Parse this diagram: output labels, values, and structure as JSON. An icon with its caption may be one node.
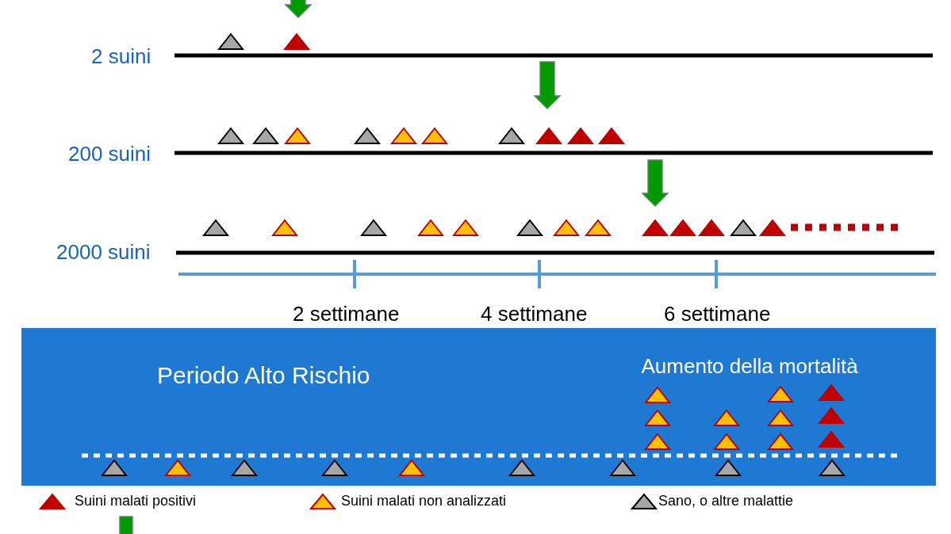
{
  "diagram": {
    "nodes": [
      {
        "text": [
          "Periodo Alto Rischio",
          "Aumento della mortalità"
        ]
      }
    ],
    "edges": [],
    "labels": [
      "2 suini",
      "200 suini",
      "2000 suini",
      "2 settimane",
      "4 settimane",
      "6 settimane"
    ],
    "legend": [
      {
        "text": "Suini malati positivi"
      },
      {
        "text": "Suini malati non analizzati"
      },
      {
        "text": "Sano, o altre malattie"
      }
    ]
  }
}
